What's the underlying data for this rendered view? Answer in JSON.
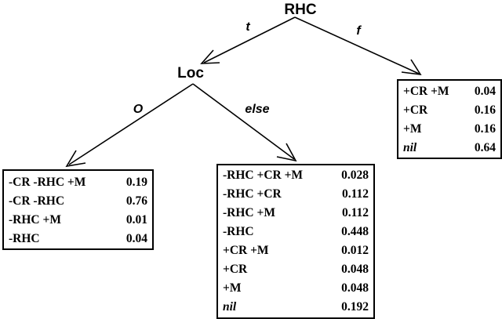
{
  "nodes": {
    "root": "RHC",
    "loc": "Loc"
  },
  "edges": {
    "t": "t",
    "f": "f",
    "o": "O",
    "else": "else"
  },
  "tables": {
    "f_branch": [
      {
        "label": "+CR +M",
        "value": "0.04"
      },
      {
        "label": "+CR",
        "value": "0.16"
      },
      {
        "label": "+M",
        "value": "0.16"
      },
      {
        "label": "nil",
        "value": "0.64"
      }
    ],
    "o_branch": [
      {
        "label": "-CR -RHC +M",
        "value": "0.19"
      },
      {
        "label": "-CR -RHC",
        "value": "0.76"
      },
      {
        "label": "-RHC +M",
        "value": "0.01"
      },
      {
        "label": "-RHC",
        "value": "0.04"
      }
    ],
    "else_branch": [
      {
        "label": "-RHC +CR +M",
        "value": "0.028"
      },
      {
        "label": "-RHC +CR",
        "value": "0.112"
      },
      {
        "label": "-RHC +M",
        "value": "0.112"
      },
      {
        "label": "-RHC",
        "value": "0.448"
      },
      {
        "label": "+CR +M",
        "value": "0.012"
      },
      {
        "label": "+CR",
        "value": "0.048"
      },
      {
        "label": "+M",
        "value": "0.048"
      },
      {
        "label": "nil",
        "value": "0.192"
      }
    ]
  }
}
